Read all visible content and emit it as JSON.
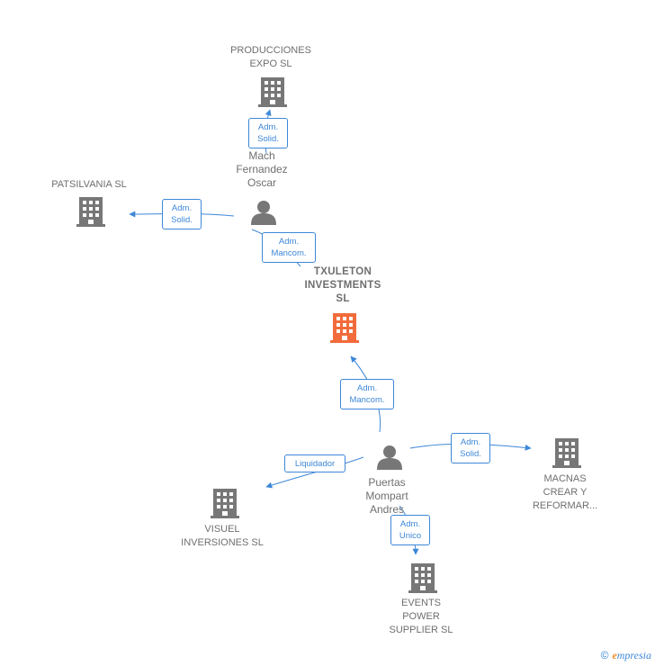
{
  "colors": {
    "edge": "#3d87d8",
    "node": "#777777",
    "focus": "#f26b3a"
  },
  "nodes": {
    "producciones": {
      "lines": [
        "PRODUCCIONES",
        "EXPO SL"
      ],
      "icon": "building-icon"
    },
    "patsilvania": {
      "lines": [
        "PATSILVANIA SL"
      ],
      "icon": "building-icon"
    },
    "mach": {
      "lines": [
        "Mach",
        "Fernandez",
        "Oscar"
      ],
      "icon": "person-icon"
    },
    "txuleton": {
      "lines": [
        "TXULETON",
        "INVESTMENTS",
        "SL"
      ],
      "icon": "building-icon"
    },
    "puertas": {
      "lines": [
        "Puertas",
        "Mompart",
        "Andres"
      ],
      "icon": "person-icon"
    },
    "macnas": {
      "lines": [
        "MACNAS",
        "CREAR Y",
        "REFORMAR..."
      ],
      "icon": "building-icon"
    },
    "visuel": {
      "lines": [
        "VISUEL",
        "INVERSIONES SL"
      ],
      "icon": "building-icon"
    },
    "events": {
      "lines": [
        "EVENTS",
        "POWER",
        "SUPPLIER  SL"
      ],
      "icon": "building-icon"
    }
  },
  "edges": {
    "mach_producciones": [
      "Adm.",
      "Solid."
    ],
    "mach_patsilvania": [
      "Adm.",
      "Solid."
    ],
    "mach_txuleton": [
      "Adm.",
      "Mancom."
    ],
    "puertas_txuleton": [
      "Adm.",
      "Mancom."
    ],
    "puertas_macnas": [
      "Adm.",
      "Solid."
    ],
    "puertas_visuel": [
      "Liquidador"
    ],
    "puertas_events": [
      "Adm.",
      "Unico"
    ]
  },
  "brand": {
    "copyright": "©",
    "initial": "e",
    "rest": "mpresia"
  }
}
